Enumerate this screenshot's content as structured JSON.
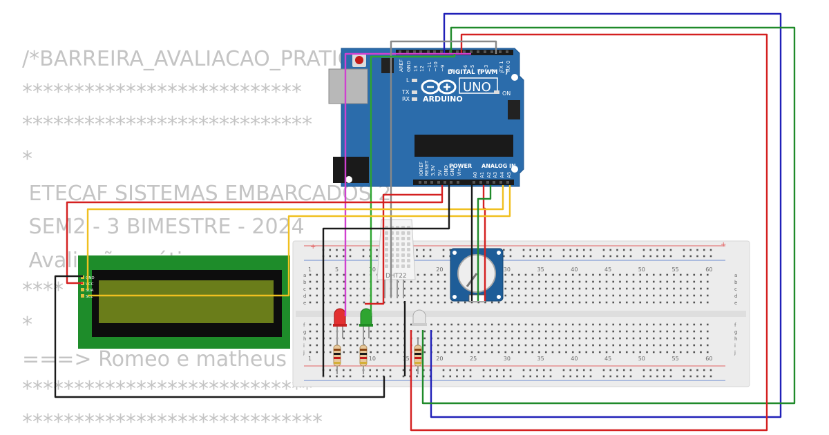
{
  "code_lines": [
    "/*BARREIRA_AVALIACAO_PRATICA_3B_SET_2024",
    "***************************",
    "****************************",
    "*",
    " ETECAF SISTEMAS EMBARCADOS 2",
    " SEM2 - 3 BIMESTRE - 2024",
    " Avaliação prática",
    "****",
    "*",
    "===> Romeo e matheus  <===",
    "****************************",
    "*****************************"
  ],
  "arduino": {
    "brand": "ARDUINO",
    "model": "UNO",
    "digital_header": "DIGITAL (PWM ~)",
    "power_header": "POWER",
    "analog_header": "ANALOG IN",
    "on_label": "ON",
    "l_label": "L",
    "tx_label": "TX",
    "rx_label": "RX",
    "digital_pins": [
      "AREF",
      "GND",
      "13",
      "12",
      "~11",
      "~10",
      "~9",
      "8",
      "7",
      "~6",
      "~5",
      "4",
      "~3",
      "2",
      "TX 1",
      "RX 0"
    ],
    "power_pins": [
      "IOREF",
      "RESET",
      "3.3V",
      "5V",
      "GND",
      "GND",
      "Vin"
    ],
    "analog_pins": [
      "A0",
      "A1",
      "A2",
      "A3",
      "A4",
      "A5"
    ]
  },
  "sensor": {
    "label": "DHT22"
  },
  "lcd": {
    "pins": [
      "GND",
      "VCC",
      "SDA",
      "SCL"
    ]
  },
  "breadboard": {
    "col_labels": [
      "1",
      "5",
      "10",
      "15",
      "20",
      "25",
      "30",
      "35",
      "40",
      "45",
      "50",
      "55",
      "60"
    ],
    "rows_top": [
      "a",
      "b",
      "c",
      "d",
      "e"
    ],
    "rows_bottom": [
      "f",
      "g",
      "h",
      "i",
      "j"
    ]
  },
  "colors": {
    "board": "#2b6cab",
    "wire_red": "#d42020",
    "wire_green": "#1f8a2a",
    "wire_blue": "#2020b8",
    "wire_yellow": "#f0c020",
    "wire_black": "#1a1a1a",
    "wire_magenta": "#d040d0",
    "lcd_pcb": "#1e8c2a",
    "lcd_screen": "#6a7d1a"
  }
}
